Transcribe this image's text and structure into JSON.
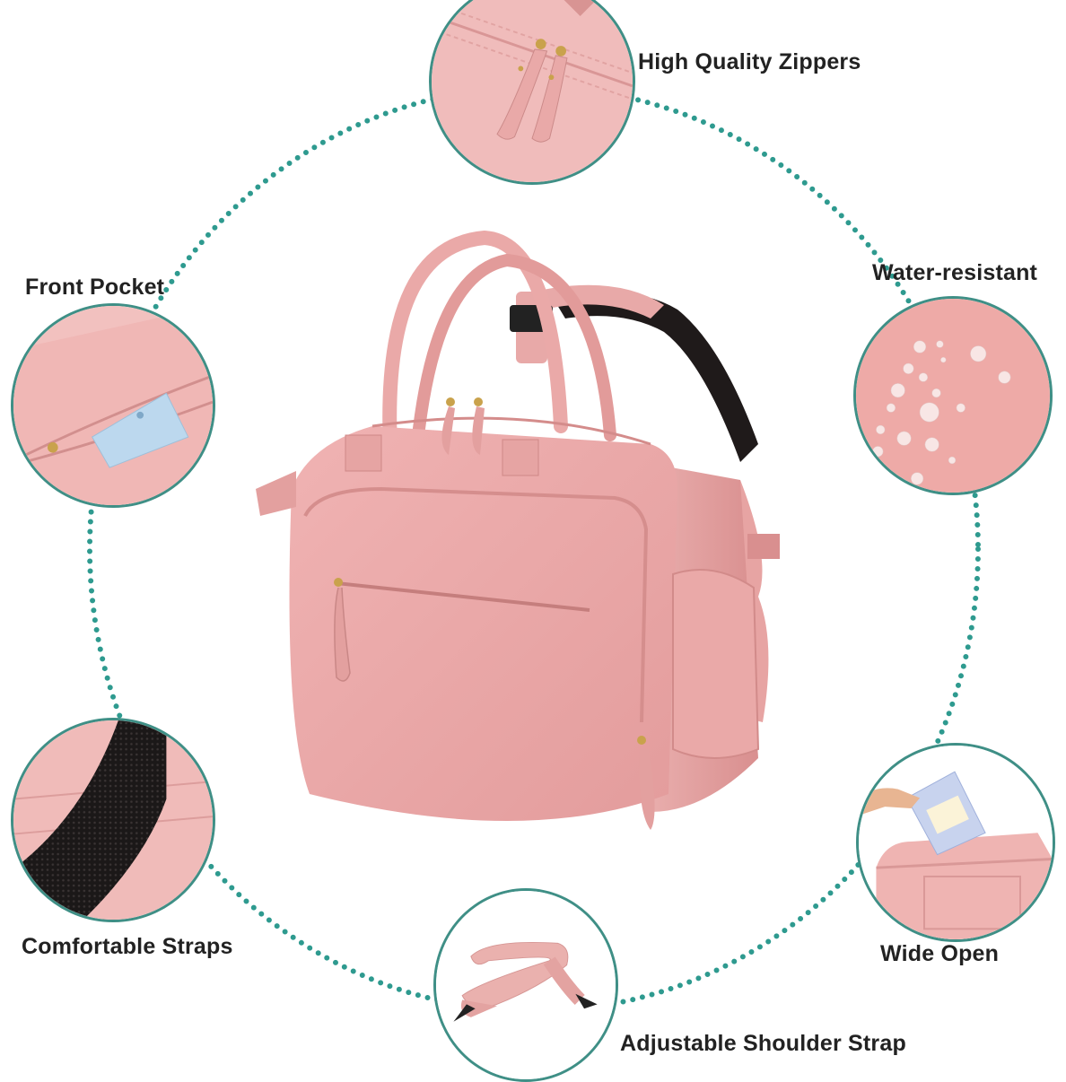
{
  "infographic": {
    "subject": "Pink diaper bag backpack",
    "accent_color": "#3f8f86",
    "dot_color": "#2e9a8f",
    "bag_color": "#e9a7a6",
    "label_color": "#222222"
  },
  "features": [
    {
      "id": "zippers",
      "label": "High Quality Zippers",
      "icon": "zipper-pulls-closeup"
    },
    {
      "id": "front_pocket",
      "label": "Front Pocket",
      "icon": "front-pocket-with-notebook-closeup"
    },
    {
      "id": "water_resistant",
      "label": "Water-resistant",
      "icon": "water-droplets-on-fabric-closeup"
    },
    {
      "id": "straps",
      "label": "Comfortable Straps",
      "icon": "mesh-padded-strap-closeup"
    },
    {
      "id": "wide_open",
      "label": "Wide Open",
      "icon": "hand-placing-wipes-into-open-bag"
    },
    {
      "id": "shoulder_strap",
      "label": "Adjustable Shoulder Strap",
      "icon": "detachable-shoulder-strap"
    }
  ]
}
